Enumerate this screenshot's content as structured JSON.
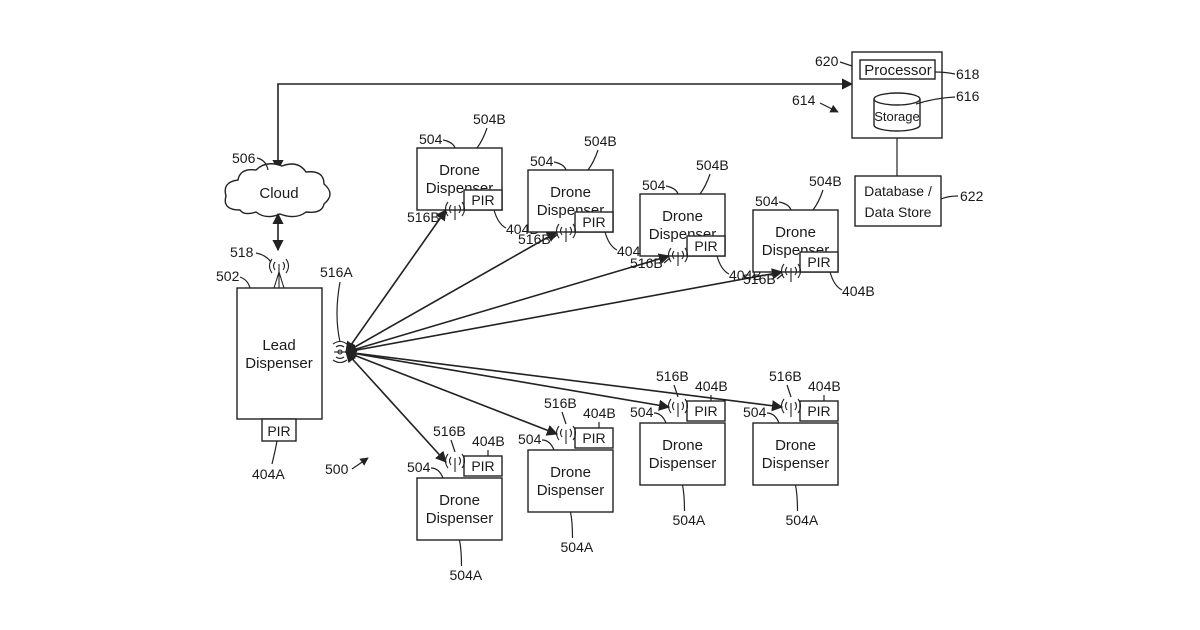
{
  "cloud": {
    "label": "Cloud",
    "ref": "506"
  },
  "lead": {
    "line1": "Lead",
    "line2": "Dispenser",
    "ref": "502",
    "antenna_ref": "516A",
    "cloud_antenna_ref": "518",
    "pir": "PIR",
    "pir_ref": "404A"
  },
  "system": {
    "ref": "614",
    "box_ref": "620",
    "processor": "Processor",
    "processor_ref": "618",
    "storage": "Storage",
    "storage_ref": "616",
    "database_line1": "Database /",
    "database_line2": "Data Store",
    "database_ref": "622"
  },
  "figure_ref": "500",
  "drone_label_line1": "Drone",
  "drone_label_line2": "Dispenser",
  "pir_label": "PIR",
  "drone_ref": "504",
  "antenna_ref": "516B",
  "pir_ref": "404B",
  "bottom_ref": "504A",
  "top_ref": "504B"
}
